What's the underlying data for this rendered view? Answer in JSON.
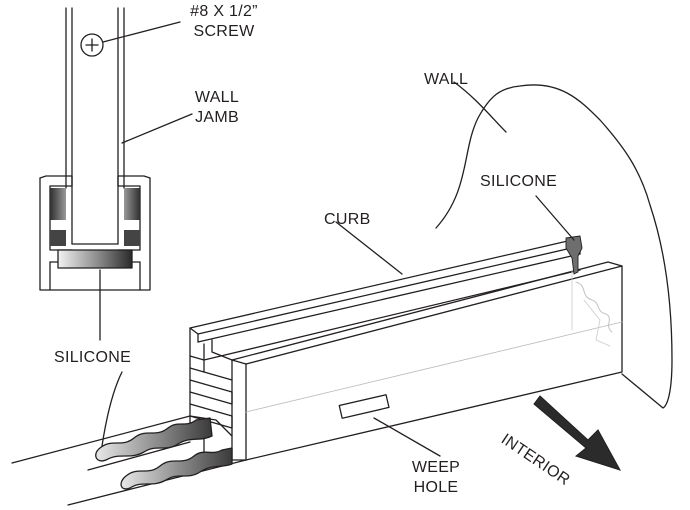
{
  "labels": {
    "screw_line1": "#8 X 1/2”",
    "screw_line2": "SCREW",
    "wall_jamb_line1": "WALL",
    "wall_jamb_line2": "JAMB",
    "wall": "WALL",
    "silicone_top": "SILICONE",
    "curb": "CURB",
    "silicone_left": "SILICONE",
    "weep_hole_line1": "WEEP",
    "weep_hole_line2": "HOLE",
    "interior": "INTERIOR"
  },
  "colors": {
    "ink": "#231f20",
    "silicone_dark": "#555555",
    "silicone_light": "#e6e6e6"
  }
}
